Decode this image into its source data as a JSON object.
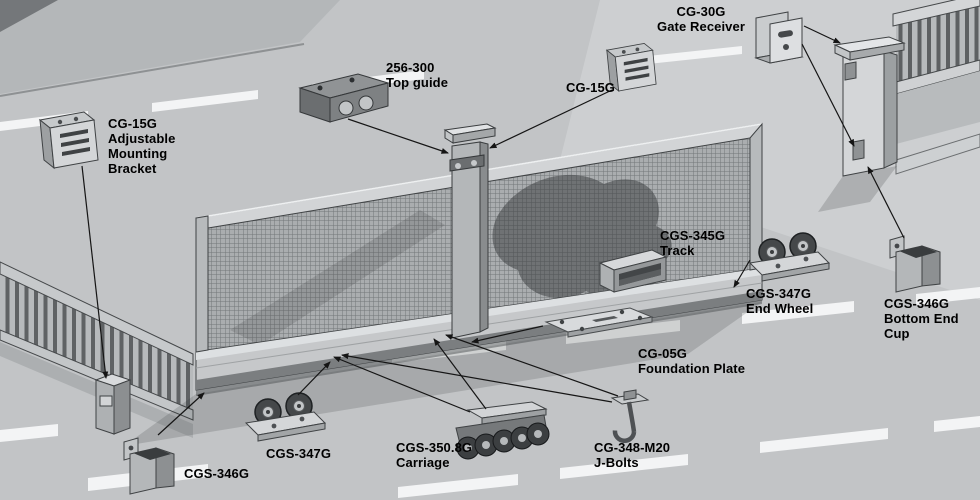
{
  "diagram": {
    "labels": [
      {
        "code": "CG-15G",
        "name": "Adjustable Mounting Bracket",
        "icon": "mounting-bracket-icon"
      },
      {
        "code": "256-300",
        "name": "Top guide",
        "icon": "top-guide-icon"
      },
      {
        "code": "CG-15G",
        "name": "",
        "icon": "mounting-bracket-icon"
      },
      {
        "code": "CG-30G",
        "name": "Gate Receiver",
        "icon": "gate-receiver-icon"
      },
      {
        "code": "CGS-345G",
        "name": "Track",
        "icon": "track-icon"
      },
      {
        "code": "CGS-347G",
        "name": "End Wheel",
        "icon": "end-wheel-icon"
      },
      {
        "code": "CGS-346G",
        "name": "Bottom End Cup",
        "icon": "bottom-end-cup-icon"
      },
      {
        "code": "CG-05G",
        "name": "Foundation Plate",
        "icon": "foundation-plate-icon"
      },
      {
        "code": "CGS-346G",
        "name": "",
        "icon": "bottom-end-cup-icon"
      },
      {
        "code": "CGS-347G",
        "name": "",
        "icon": "end-wheel-icon"
      },
      {
        "code": "CGS-350.8G",
        "name": "Carriage",
        "icon": "carriage-icon"
      },
      {
        "code": "CG-348-M20",
        "name": "J-Bolts",
        "icon": "j-bolt-icon"
      }
    ],
    "colors": {
      "road": "#c2c4c6",
      "lane_marking": "#f3f4f5",
      "metal_light": "#d6d8da",
      "metal_mid": "#b3b6b8",
      "metal_dark": "#6b6e70",
      "outline": "#3f4244",
      "shadow": "#34373a",
      "text": "#000000"
    }
  }
}
